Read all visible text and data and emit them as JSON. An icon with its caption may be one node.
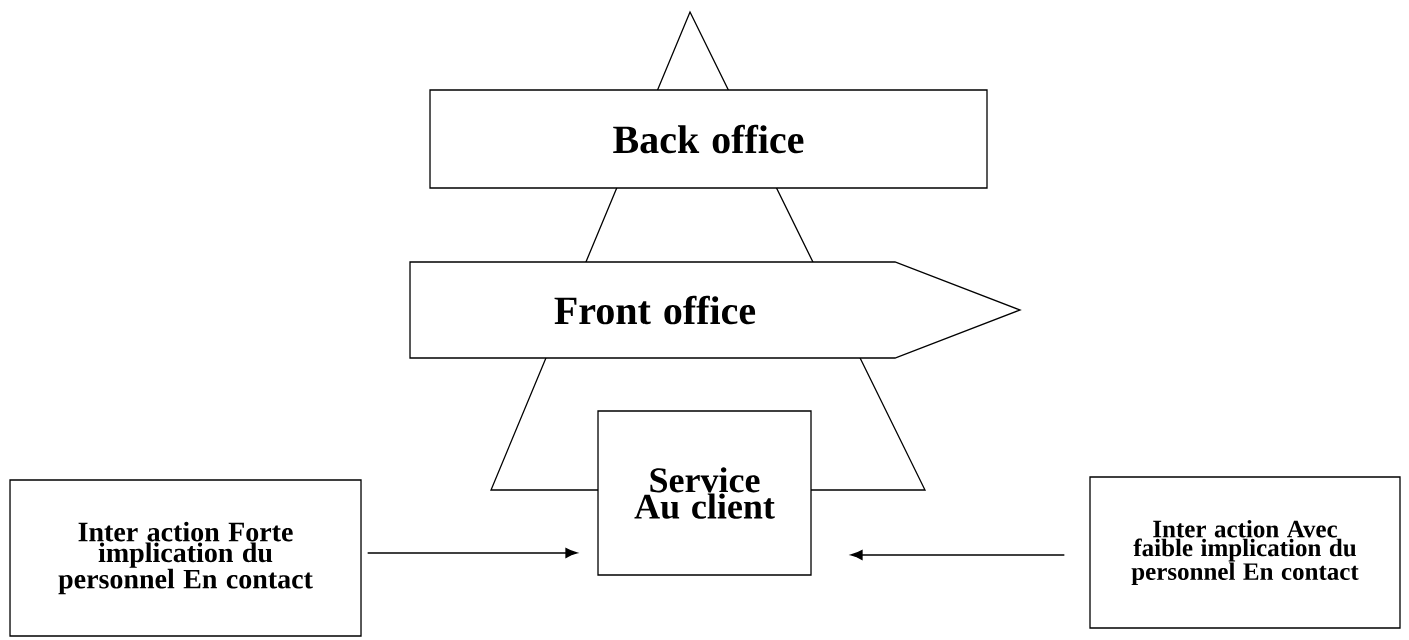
{
  "diagram": {
    "nodes": [
      {
        "text": [
          "Back office"
        ]
      },
      {
        "text": [
          "Front office"
        ]
      },
      {
        "text": [
          "Service Au client"
        ]
      },
      {
        "text": [
          "Inter action Forte implication du personnel En contact"
        ]
      },
      {
        "text": [
          "Inter action Avec faible implication du personnel En contact"
        ]
      }
    ],
    "edges": [
      {
        "from": 3,
        "to": 2,
        "arrow": "to"
      },
      {
        "from": 4,
        "to": 2,
        "arrow": "to"
      }
    ]
  }
}
